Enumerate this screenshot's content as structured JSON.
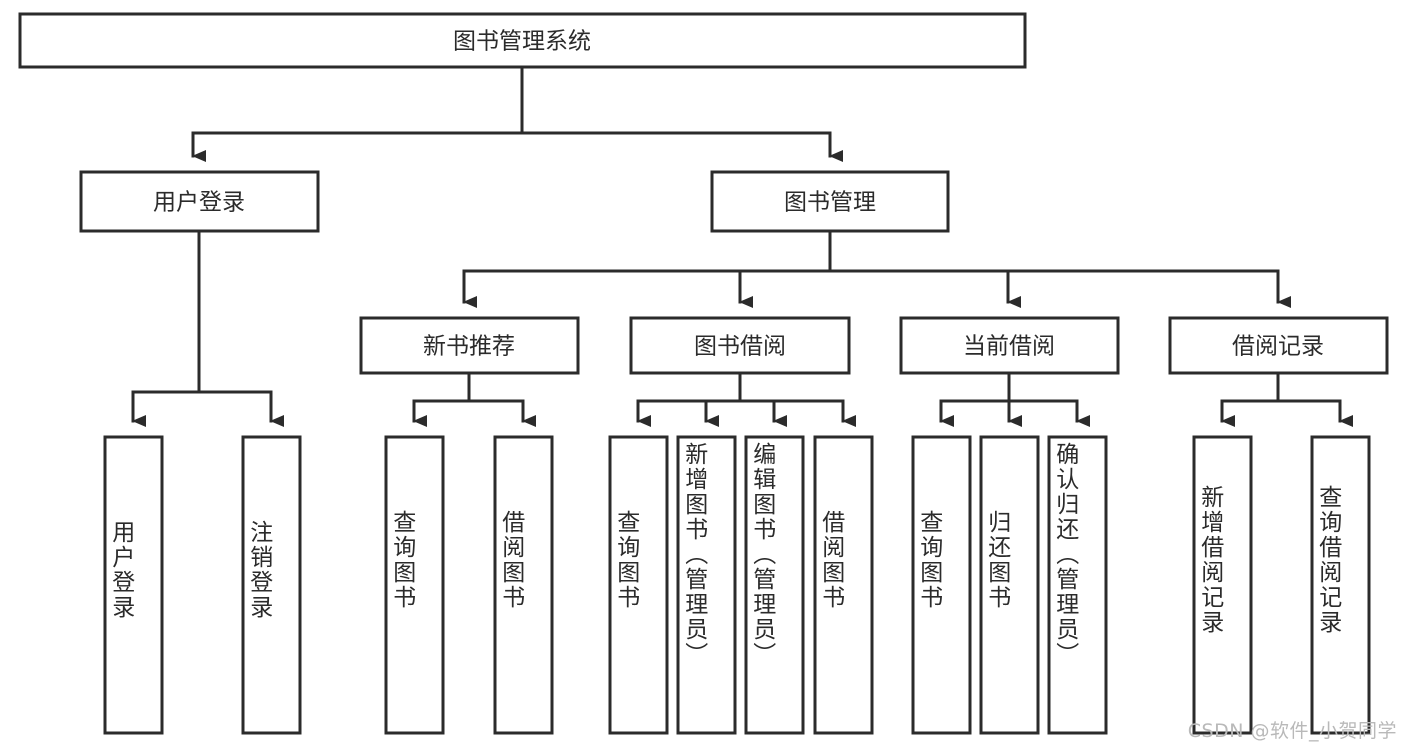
{
  "diagram": {
    "title": "图书管理系统",
    "type": "tree",
    "root": {
      "label": "图书管理系统"
    },
    "level2": [
      {
        "label": "用户登录"
      },
      {
        "label": "图书管理"
      }
    ],
    "level3": [
      {
        "label": "新书推荐",
        "parent": "图书管理"
      },
      {
        "label": "图书借阅",
        "parent": "图书管理"
      },
      {
        "label": "当前借阅",
        "parent": "图书管理"
      },
      {
        "label": "借阅记录",
        "parent": "图书管理"
      }
    ],
    "leaves": [
      {
        "label": "用户登录",
        "parent": "用户登录"
      },
      {
        "label": "注销登录",
        "parent": "用户登录"
      },
      {
        "label": "查询图书",
        "parent": "新书推荐"
      },
      {
        "label": "借阅图书",
        "parent": "新书推荐"
      },
      {
        "label": "查询图书",
        "parent": "图书借阅"
      },
      {
        "label": "新增图书（管理员）",
        "parent": "图书借阅"
      },
      {
        "label": "编辑图书（管理员）",
        "parent": "图书借阅"
      },
      {
        "label": "借阅图书",
        "parent": "图书借阅"
      },
      {
        "label": "查询图书",
        "parent": "当前借阅"
      },
      {
        "label": "归还图书",
        "parent": "当前借阅"
      },
      {
        "label": "确认归还（管理员）",
        "parent": "当前借阅"
      },
      {
        "label": "新增借阅记录",
        "parent": "借阅记录"
      },
      {
        "label": "查询借阅记录",
        "parent": "借阅记录"
      }
    ],
    "watermark": "CSDN @软件_小贺同学",
    "colors": {
      "stroke": "#2b2b2b",
      "fill": "#ffffff",
      "text": "#2b2b2b",
      "watermark": "#b9b9b9"
    }
  }
}
